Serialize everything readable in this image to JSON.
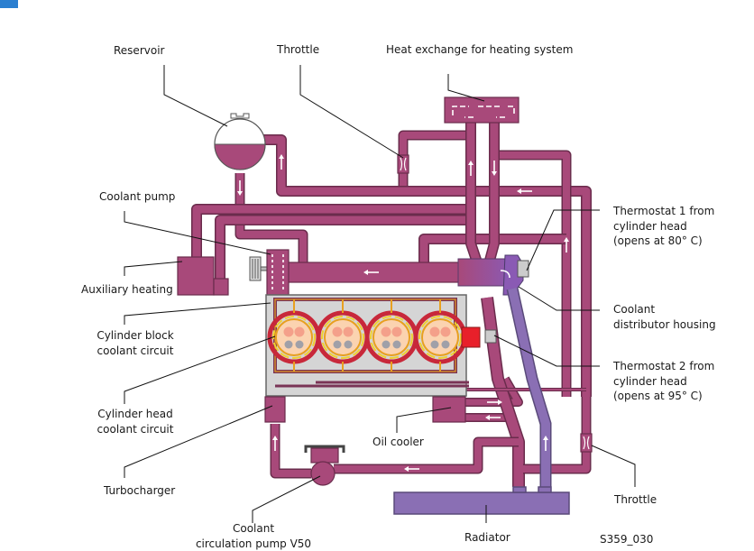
{
  "diagram": {
    "figure_id": "S359_030",
    "colors": {
      "coolant_hot": "#a8497a",
      "coolant_cold": "#8a6fb4",
      "engine_block": "#d5d5d5",
      "block_circuit": "#e8a020",
      "head_circuit": "#c8283a",
      "thermostat_hot": "#e8202a"
    },
    "labels": {
      "reservoir": "Reservoir",
      "throttle_top": "Throttle",
      "heat_exchange": "Heat exchange for heating system",
      "coolant_pump": "Coolant pump",
      "auxiliary_heating": "Auxiliary heating",
      "thermostat1": [
        "Thermostat 1 from",
        "cylinder head",
        "(opens at 80° C)"
      ],
      "coolant_distributor": [
        "Coolant",
        "distributor housing"
      ],
      "cylinder_block_circuit": [
        "Cylinder block",
        "coolant circuit"
      ],
      "thermostat2": [
        "Thermostat 2 from",
        "cylinder head",
        "(opens at 95° C)"
      ],
      "cylinder_head_circuit": [
        "Cylinder head",
        "coolant circuit"
      ],
      "oil_cooler": "Oil cooler",
      "turbocharger": "Turbocharger",
      "throttle_bottom": "Throttle",
      "circulation_pump": [
        "Coolant",
        "circulation pump V50"
      ],
      "radiator": "Radiator"
    },
    "cylinders": 4
  }
}
